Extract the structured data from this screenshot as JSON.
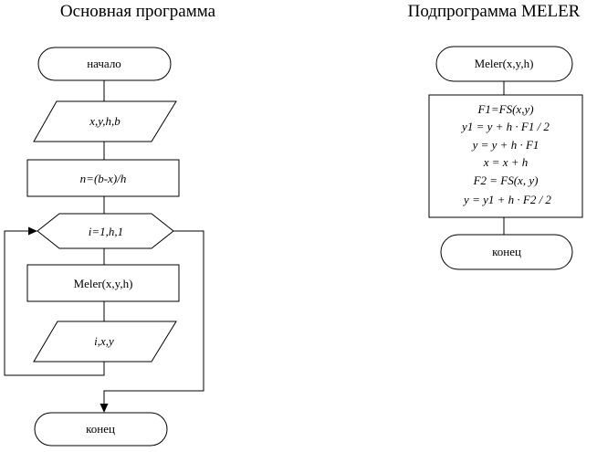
{
  "main": {
    "title": "Основная программа",
    "start": "начало",
    "input": "x,y,h,b",
    "calc": "n=(b-x)/h",
    "loop": "i=1,h,1",
    "call": "Meler(x,y,h)",
    "output": "i,x,y",
    "end": "конец"
  },
  "sub": {
    "title": "Подпрограмма MELER",
    "start": "Meler(x,y,h)",
    "body": [
      "F1=FS(x,y)",
      "y1 = y + h · F1 / 2",
      "y = y + h · F1",
      "x = x + h",
      "F2 = FS(x, y)",
      "y = y1 + h · F2 / 2"
    ],
    "end": "конец"
  }
}
